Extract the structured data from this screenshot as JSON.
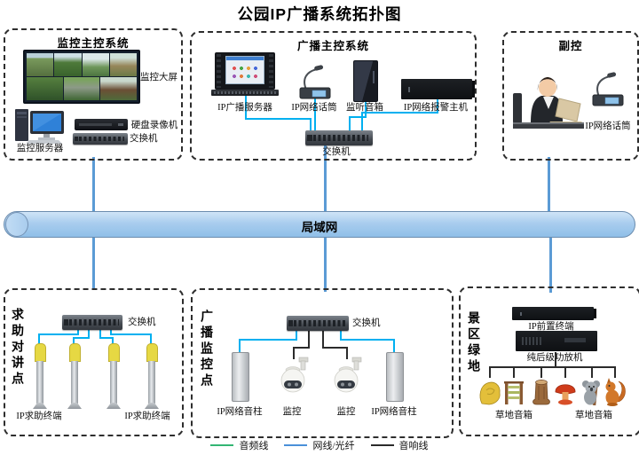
{
  "title": "公园IP广播系统拓扑图",
  "lan": {
    "label": "局域网"
  },
  "monitor_box": {
    "title": "监控主控系统",
    "wall_label": "监控大屏",
    "server_label": "监控服务器",
    "dvr_label": "硬盘录像机",
    "switch_label": "交换机"
  },
  "broadcast_box": {
    "title": "广播主控系统",
    "server_label": "IP广播服务器",
    "mic_label": "IP网络话筒",
    "speaker_label": "监听音箱",
    "alarm_label": "IP网络报警主机",
    "switch_label": "交换机"
  },
  "sub_box": {
    "title": "副控",
    "mic_label": "IP网络话筒"
  },
  "help_box": {
    "title": "求助对讲点",
    "switch_label": "交换机",
    "terminal_left_label": "IP求助终端",
    "terminal_right_label": "IP求助终端"
  },
  "bmonitor_box": {
    "title": "广播监控点",
    "switch_label": "交换机",
    "column_left_label": "IP网络音柱",
    "camera_left_label": "监控",
    "camera_right_label": "监控",
    "column_right_label": "IP网络音柱"
  },
  "green_box": {
    "title": "景区绿地",
    "front_label": "IP前置终端",
    "amp_label": "纯后级功放机",
    "grass_left_label": "草地音箱",
    "grass_right_label": "草地音箱"
  },
  "legend": {
    "items": [
      {
        "label": "音频线",
        "color": "#33b573"
      },
      {
        "label": "网线/光纤",
        "color": "#4a90d9"
      },
      {
        "label": "音响线",
        "color": "#2b2b2b"
      }
    ]
  },
  "colors": {
    "device_link": "#00b0f0",
    "trunk_link": "#5b9bd5",
    "audio_link": "#2b2b2b",
    "lan_fill": "#a9cdee"
  }
}
